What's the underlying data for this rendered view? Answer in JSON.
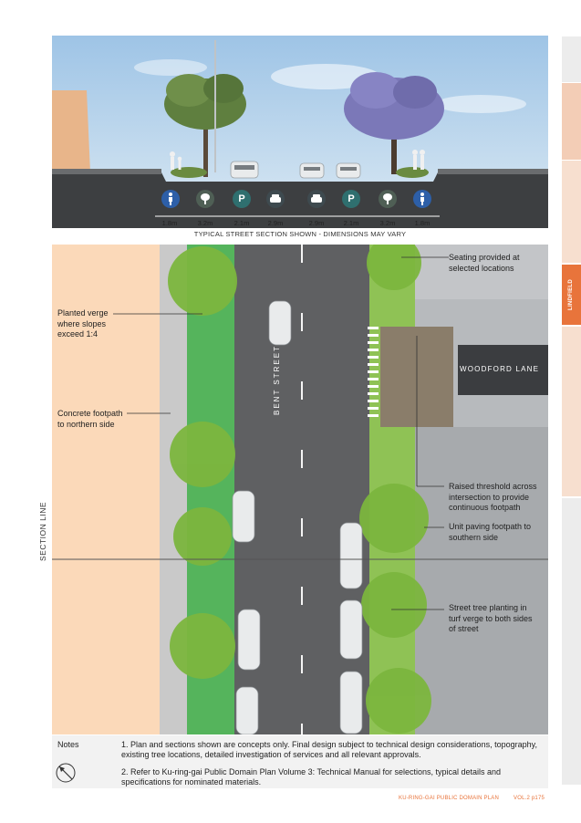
{
  "side_tab": {
    "label": "LINDFIELD",
    "accent_color": "#e8743b"
  },
  "section": {
    "caption": "TYPICAL STREET SECTION SHOWN - DIMENSIONS MAY VARY",
    "zones": [
      {
        "icon": "pedestrian-icon",
        "width": "1.8m"
      },
      {
        "icon": "tree-icon",
        "width": "3.2m"
      },
      {
        "icon": "parking-icon",
        "width": "2.1m"
      },
      {
        "icon": "car-icon",
        "width": "2.9m"
      },
      {
        "icon": "car-icon",
        "width": "2.9m"
      },
      {
        "icon": "parking-icon",
        "width": "2.1m"
      },
      {
        "icon": "tree-icon",
        "width": "3.2m"
      },
      {
        "icon": "pedestrian-icon",
        "width": "1.8m"
      }
    ],
    "icon_letters": {
      "parking": "P"
    }
  },
  "plan": {
    "street_name": "BENT STREET",
    "lane_name": "WOODFORD LANE",
    "section_line_label": "SECTION LINE",
    "callouts": {
      "planted_verge": "Planted verge where slopes exceed 1:4",
      "concrete_footpath": "Concrete footpath to northern side",
      "seating": "Seating provided at selected locations",
      "raised_threshold": "Raised threshold across intersection to provide continuous footpath",
      "unit_paving": "Unit paving footpath to southern side",
      "street_tree": "Street tree planting in turf verge to both sides of street"
    }
  },
  "notes": {
    "label": "Notes",
    "items": [
      "1.  Plan and sections shown are concepts only. Final design subject to technical design considerations, topography, existing tree locations, detailed investigation of services and all relevant approvals.",
      "2.  Refer to Ku-ring-gai Public Domain Plan Volume 3: Technical Manual for selections, typical details and specifications for nominated materials."
    ]
  },
  "footer": {
    "doc_title": "KU-RING-GAI PUBLIC DOMAIN PLAN",
    "page_ref": "VOL.2 p175"
  }
}
